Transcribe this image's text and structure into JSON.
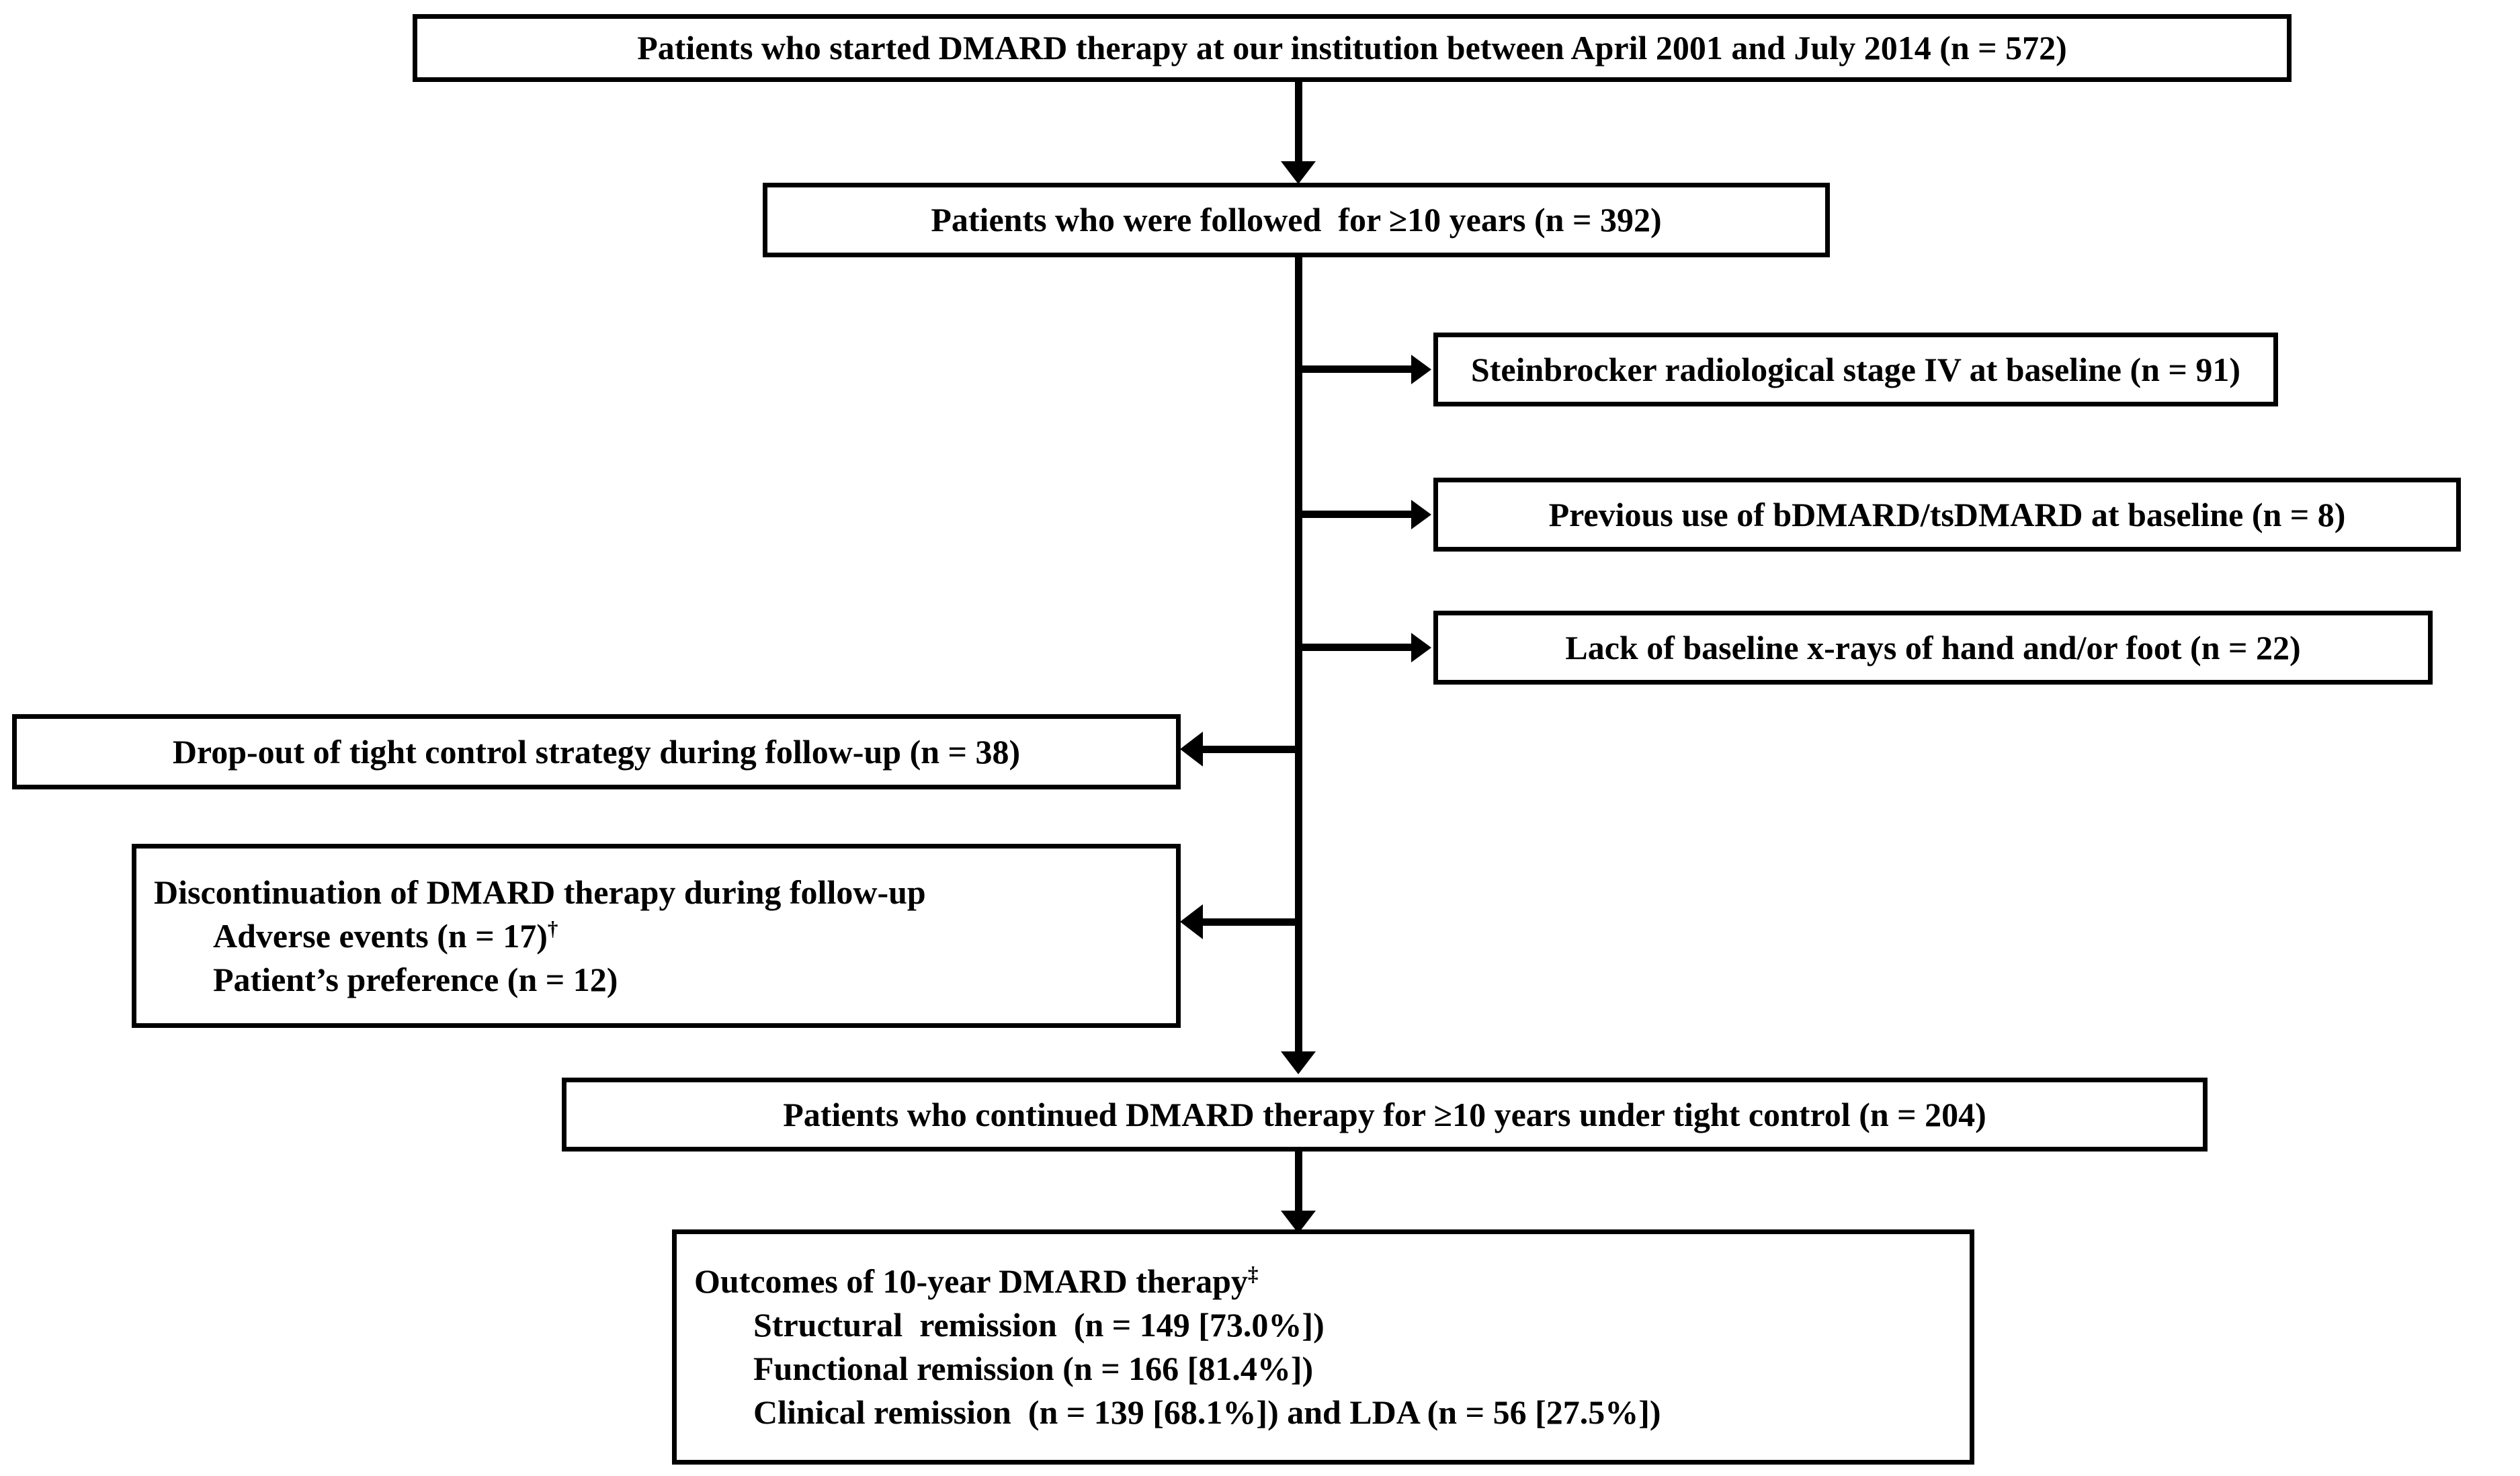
{
  "figure": {
    "type": "flowchart",
    "title": "Patient selection flow diagram for 10-year DMARD therapy under tight control",
    "line_color": "#000000",
    "box_border_color": "#000000",
    "background": "#ffffff"
  },
  "nodes": {
    "enrolled": {
      "label": "Patients who started DMARD therapy at our institution between April 2001 and July 2014 (n = 572)",
      "n": 572
    },
    "followed": {
      "label": "Patients who were followed  for ≥10 years (n = 392)",
      "n": 392
    },
    "exclusion_1": {
      "label": "Steinbrocker radiological stage IV at baseline (n = 91)",
      "n": 91
    },
    "exclusion_2": {
      "label": "Previous use of bDMARD/tsDMARD at baseline (n = 8)",
      "n": 8
    },
    "exclusion_3": {
      "label": "Lack of baseline x-rays of hand and/or foot (n = 22)",
      "n": 22
    },
    "dropout": {
      "label": "Drop-out of tight control strategy during follow-up (n = 38)",
      "n": 38
    },
    "discontinuation": {
      "heading": "Discontinuation of DMARD therapy during follow-up",
      "item_1": "Adverse events (n = 17)",
      "item_1_marker": "†",
      "item_1_n": 17,
      "item_2": "Patient’s preference (n = 12)",
      "item_2_n": 12
    },
    "continued": {
      "label": "Patients who continued DMARD therapy for ≥10 years under tight control (n = 204)",
      "n": 204
    },
    "outcomes": {
      "heading": "Outcomes of 10-year DMARD therapy",
      "heading_marker": "‡",
      "item_1": "Structural  remission  (n = 149 [73.0%])",
      "item_1_n": 149,
      "item_1_pct": "73.0%",
      "item_2": "Functional remission (n = 166 [81.4%])",
      "item_2_n": 166,
      "item_2_pct": "81.4%",
      "item_3": "Clinical remission  (n = 139 [68.1%]) and LDA (n = 56 [27.5%])",
      "item_3_n": 139,
      "item_3_pct": "68.1%",
      "item_3_lda_n": 56,
      "item_3_lda_pct": "27.5%"
    }
  },
  "edges": [
    {
      "from": "enrolled",
      "to": "followed",
      "direction": "down"
    },
    {
      "from": "followed",
      "to": "exclusion_1",
      "direction": "right"
    },
    {
      "from": "followed",
      "to": "exclusion_2",
      "direction": "right"
    },
    {
      "from": "followed",
      "to": "exclusion_3",
      "direction": "right"
    },
    {
      "from": "followed",
      "to": "dropout",
      "direction": "left"
    },
    {
      "from": "followed",
      "to": "discontinuation",
      "direction": "left"
    },
    {
      "from": "followed",
      "to": "continued",
      "direction": "down"
    },
    {
      "from": "continued",
      "to": "outcomes",
      "direction": "down"
    }
  ]
}
